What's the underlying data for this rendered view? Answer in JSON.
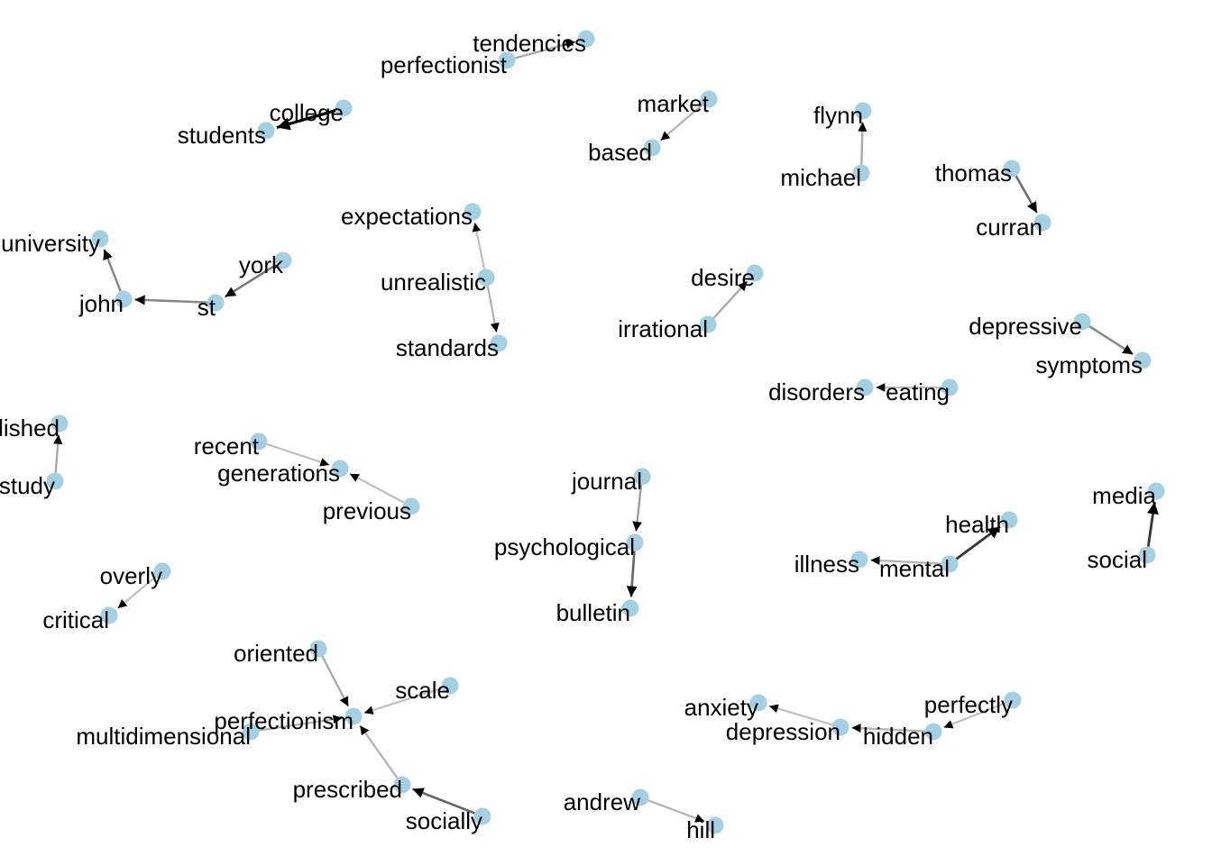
{
  "chart_data": {
    "type": "network",
    "node_color": "#a3d0e3",
    "edge_color": "#000000",
    "nodes": [
      {
        "id": "tendencies",
        "label": "tendencies"
      },
      {
        "id": "perfectionist",
        "label": "perfectionist"
      },
      {
        "id": "college",
        "label": "college"
      },
      {
        "id": "students",
        "label": "students"
      },
      {
        "id": "market",
        "label": "market"
      },
      {
        "id": "based",
        "label": "based"
      },
      {
        "id": "flynn",
        "label": "flynn"
      },
      {
        "id": "michael",
        "label": "michael"
      },
      {
        "id": "thomas",
        "label": "thomas"
      },
      {
        "id": "curran",
        "label": "curran"
      },
      {
        "id": "university",
        "label": "university"
      },
      {
        "id": "john",
        "label": "john"
      },
      {
        "id": "york",
        "label": "york"
      },
      {
        "id": "st",
        "label": "st"
      },
      {
        "id": "expectations",
        "label": "expectations"
      },
      {
        "id": "unrealistic",
        "label": "unrealistic"
      },
      {
        "id": "standards",
        "label": "standards"
      },
      {
        "id": "desire",
        "label": "desire"
      },
      {
        "id": "irrational",
        "label": "irrational"
      },
      {
        "id": "depressive",
        "label": "depressive"
      },
      {
        "id": "symptoms",
        "label": "symptoms"
      },
      {
        "id": "disorders",
        "label": "disorders"
      },
      {
        "id": "eating",
        "label": "eating"
      },
      {
        "id": "published",
        "label": "published"
      },
      {
        "id": "study",
        "label": "study"
      },
      {
        "id": "recent",
        "label": "recent"
      },
      {
        "id": "generations",
        "label": "generations"
      },
      {
        "id": "previous",
        "label": "previous"
      },
      {
        "id": "journal",
        "label": "journal"
      },
      {
        "id": "psychological",
        "label": "psychological"
      },
      {
        "id": "bulletin",
        "label": "bulletin"
      },
      {
        "id": "health",
        "label": "health"
      },
      {
        "id": "illness",
        "label": "illness"
      },
      {
        "id": "mental",
        "label": "mental"
      },
      {
        "id": "media",
        "label": "media"
      },
      {
        "id": "social",
        "label": "social"
      },
      {
        "id": "overly",
        "label": "overly"
      },
      {
        "id": "critical",
        "label": "critical"
      },
      {
        "id": "oriented",
        "label": "oriented"
      },
      {
        "id": "scale",
        "label": "scale"
      },
      {
        "id": "perfectionism",
        "label": "perfectionism"
      },
      {
        "id": "multidimensional",
        "label": "multidimensional"
      },
      {
        "id": "prescribed",
        "label": "prescribed"
      },
      {
        "id": "socially",
        "label": "socially"
      },
      {
        "id": "anxiety",
        "label": "anxiety"
      },
      {
        "id": "depression",
        "label": "depression"
      },
      {
        "id": "hidden",
        "label": "hidden"
      },
      {
        "id": "perfectly",
        "label": "perfectly"
      },
      {
        "id": "andrew",
        "label": "andrew"
      },
      {
        "id": "hill",
        "label": "hill"
      }
    ],
    "edges": [
      {
        "from": "perfectionist",
        "to": "tendencies",
        "weight": 0.25
      },
      {
        "from": "college",
        "to": "students",
        "weight": 1.0
      },
      {
        "from": "market",
        "to": "based",
        "weight": 0.2
      },
      {
        "from": "michael",
        "to": "flynn",
        "weight": 0.25
      },
      {
        "from": "thomas",
        "to": "curran",
        "weight": 0.5
      },
      {
        "from": "york",
        "to": "st",
        "weight": 0.45
      },
      {
        "from": "st",
        "to": "john",
        "weight": 0.4
      },
      {
        "from": "john",
        "to": "university",
        "weight": 0.4
      },
      {
        "from": "unrealistic",
        "to": "expectations",
        "weight": 0.15
      },
      {
        "from": "unrealistic",
        "to": "standards",
        "weight": 0.2
      },
      {
        "from": "irrational",
        "to": "desire",
        "weight": 0.25
      },
      {
        "from": "depressive",
        "to": "symptoms",
        "weight": 0.4
      },
      {
        "from": "eating",
        "to": "disorders",
        "weight": 0.15
      },
      {
        "from": "study",
        "to": "published",
        "weight": 0.25
      },
      {
        "from": "recent",
        "to": "generations",
        "weight": 0.15
      },
      {
        "from": "previous",
        "to": "generations",
        "weight": 0.15
      },
      {
        "from": "journal",
        "to": "psychological",
        "weight": 0.3
      },
      {
        "from": "psychological",
        "to": "bulletin",
        "weight": 0.55
      },
      {
        "from": "mental",
        "to": "health",
        "weight": 0.75
      },
      {
        "from": "mental",
        "to": "illness",
        "weight": 0.2
      },
      {
        "from": "social",
        "to": "media",
        "weight": 0.75
      },
      {
        "from": "overly",
        "to": "critical",
        "weight": 0.15
      },
      {
        "from": "oriented",
        "to": "perfectionism",
        "weight": 0.25
      },
      {
        "from": "scale",
        "to": "perfectionism",
        "weight": 0.15
      },
      {
        "from": "multidimensional",
        "to": "perfectionism",
        "weight": 0.2
      },
      {
        "from": "prescribed",
        "to": "perfectionism",
        "weight": 0.2
      },
      {
        "from": "socially",
        "to": "prescribed",
        "weight": 0.55
      },
      {
        "from": "hidden",
        "to": "depression",
        "weight": 0.2
      },
      {
        "from": "depression",
        "to": "anxiety",
        "weight": 0.15
      },
      {
        "from": "perfectly",
        "to": "hidden",
        "weight": 0.15
      },
      {
        "from": "andrew",
        "to": "hill",
        "weight": 0.2
      }
    ]
  }
}
